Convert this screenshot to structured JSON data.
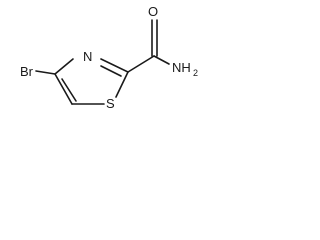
{
  "molecule": {
    "atoms": {
      "bromine": "Br",
      "ring_nitrogen": "N",
      "ring_sulfur": "S",
      "carbonyl_oxygen": "O",
      "amide_nitrogen": "NH",
      "amide_h_count": "2"
    }
  }
}
